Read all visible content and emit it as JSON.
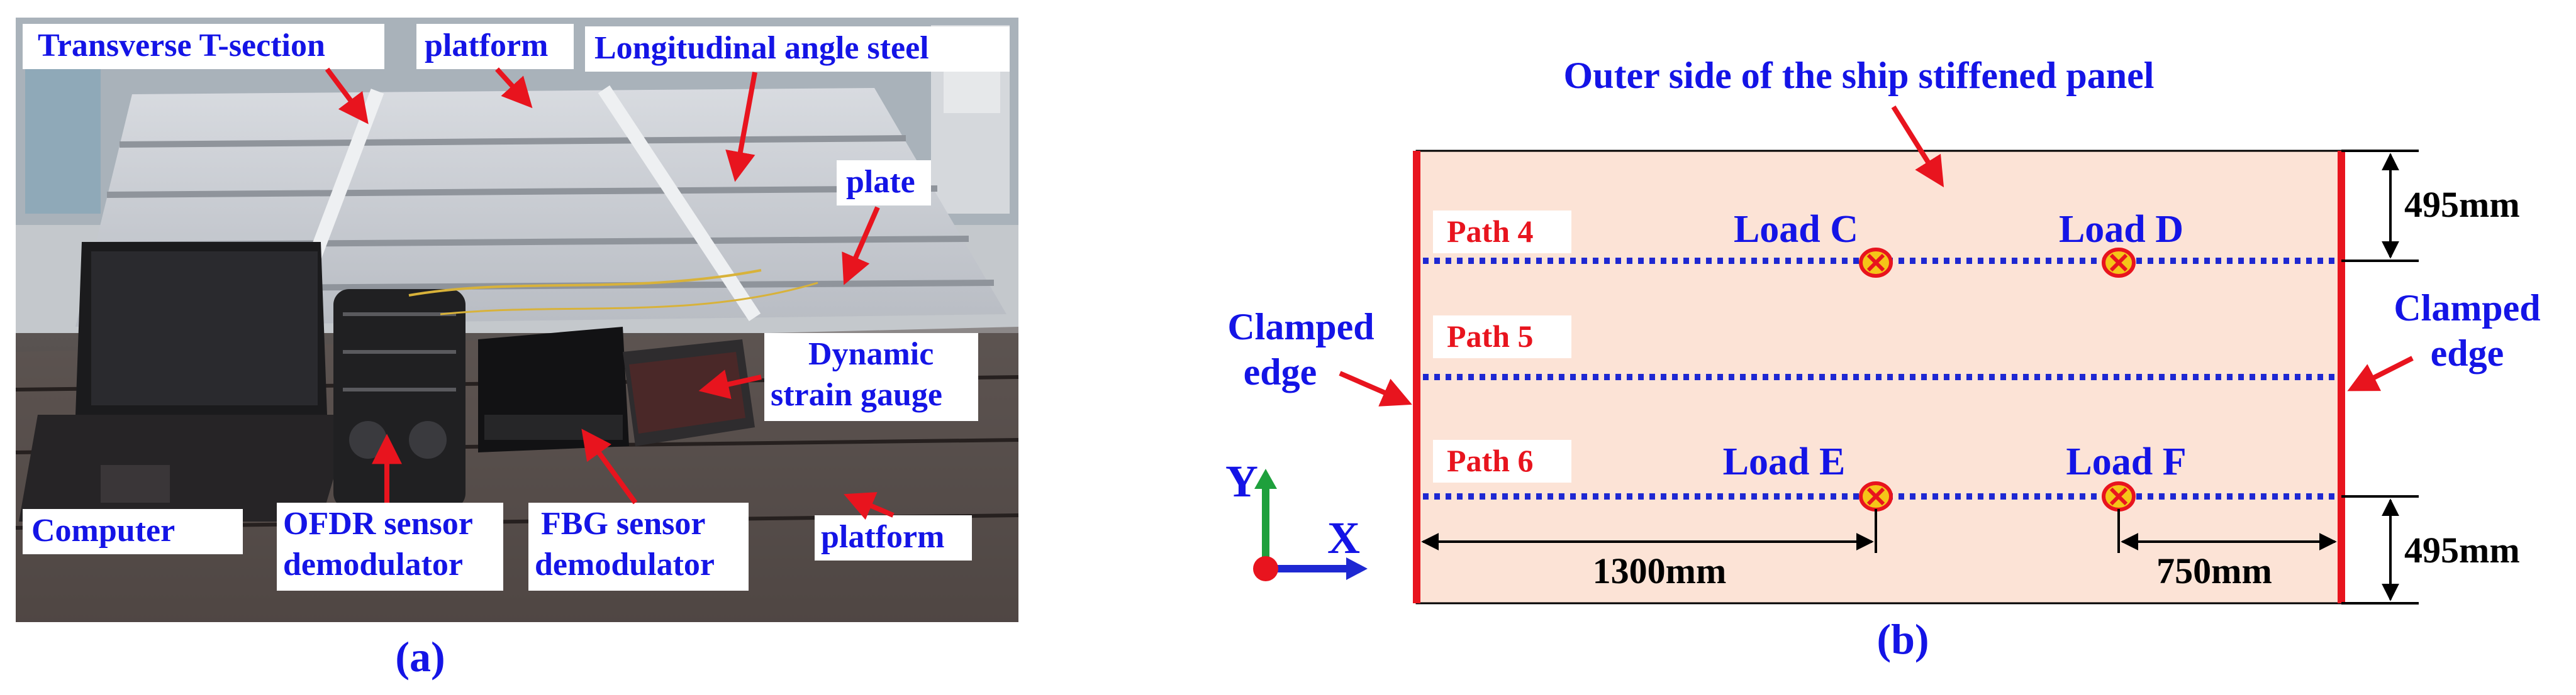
{
  "panel_a": {
    "labels": {
      "transverse": "Transverse T-section",
      "platform_top": "platform",
      "longitudinal": "Longitudinal angle steel",
      "plate": "plate",
      "dynamic_1": "Dynamic",
      "dynamic_2": "strain gauge",
      "computer": "Computer",
      "ofdr_1": "OFDR sensor",
      "ofdr_2": "demodulator",
      "fbg_1": "FBG sensor",
      "fbg_2": "demodulator",
      "platform_bottom": "platform"
    },
    "caption": "(a)"
  },
  "panel_b": {
    "title": "Outer side of the ship stiffened panel",
    "clamped_left": [
      "Clamped",
      "edge"
    ],
    "clamped_right": [
      "Clamped",
      "edge"
    ],
    "paths": [
      "Path 4",
      "Path 5",
      "Path 6"
    ],
    "loads": [
      "Load C",
      "Load D",
      "Load E",
      "Load F"
    ],
    "dims": {
      "top_right": "495mm",
      "bottom_right": "495mm",
      "left_distance": "1300mm",
      "right_distance": "750mm"
    },
    "axes": {
      "x": "X",
      "y": "Y"
    },
    "caption": "(b)"
  },
  "colors": {
    "label_blue": "#1414e6",
    "clamp_red": "#e8141e",
    "panel_fill": "#fce3d6",
    "dotted_blue": "#1e28d2",
    "axis_green": "#1ea03c"
  }
}
